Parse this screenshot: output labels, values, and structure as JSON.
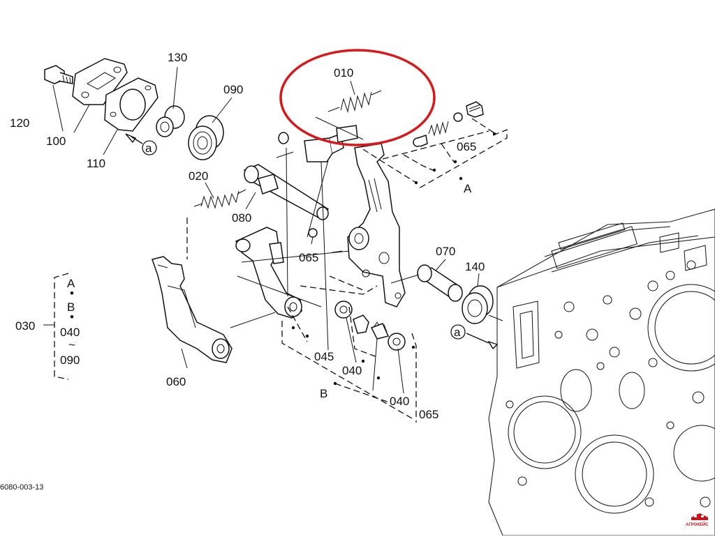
{
  "labels": {
    "p010": "010",
    "p020": "020",
    "p030": "030",
    "p040a": "040",
    "p040b": "040",
    "p045": "045",
    "p060": "060",
    "p065a": "065",
    "p065b": "065",
    "p065c": "065",
    "p070": "070",
    "p080": "080",
    "p090": "090",
    "p100": "100",
    "p110": "110",
    "p120": "120",
    "p130": "130",
    "p140": "140",
    "refA": "A",
    "refB": "B"
  },
  "callout_a": "a",
  "group_030": {
    "line1": "A",
    "dot1": "•",
    "line2": "B",
    "dot2": "•",
    "line3": "040",
    "tilde": "~",
    "line4": "090"
  },
  "drawing_code": "6080-003-13",
  "watermark": "АГРОКЕЙС",
  "highlight_color": "#d7191c"
}
